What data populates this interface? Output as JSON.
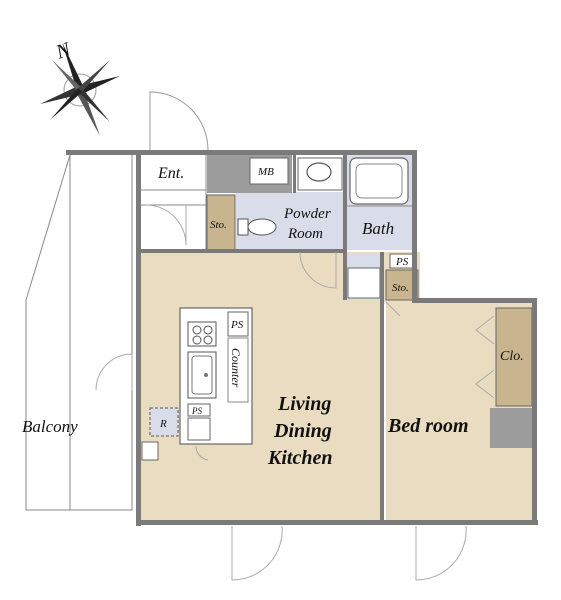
{
  "compass": {
    "north_label": "N"
  },
  "rooms": {
    "entrance": "Ent.",
    "meter_box": "MB",
    "storage_entry": "Sto.",
    "powder_room_line1": "Powder",
    "powder_room_line2": "Room",
    "bath": "Bath",
    "pipe_space_bath": "PS",
    "storage_bath": "Sto.",
    "pipe_space_kitchen": "PS",
    "counter": "Counter",
    "pipe_space_fridge": "PS",
    "refrigerator": "R",
    "living_line1": "Living",
    "living_line2": "Dining",
    "living_line3": "Kitchen",
    "bedroom": "Bed room",
    "closet": "Clo.",
    "balcony": "Balcony"
  },
  "colors": {
    "floor_main": "#e9dcc0",
    "floor_wet": "#d9dde9",
    "storage": "#c8b48e",
    "wall": "#7a7a7a",
    "pillar": "#9c9c9c"
  }
}
